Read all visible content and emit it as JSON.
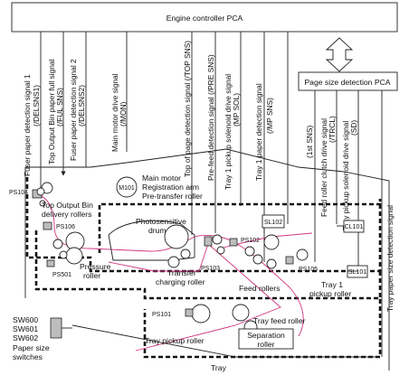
{
  "title_box": {
    "label": "Engine controller PCA"
  },
  "page_size_box": {
    "label": "Page size detection PCA"
  },
  "signals_left": [
    {
      "id": "fuser",
      "line1": "Fuser paper detection signal 1",
      "line2": "(/DELSNS1)"
    },
    {
      "id": "full",
      "line1": "Top Output Bin paper full signal",
      "line2": "(/FUL SNS)"
    },
    {
      "id": "delsns2",
      "line1": "Fuser paper detection signal 2",
      "line2": "(/DELSNS2)"
    },
    {
      "id": "mon",
      "line1": "Main motor drive signal",
      "line2": "(/MON)"
    },
    {
      "id": "top",
      "line1": "Top of page detection signal (/TOP SNS)",
      "line2": ""
    },
    {
      "id": "pre",
      "line1": "Pre-feed detection signal (/PRE SNS)",
      "line2": ""
    },
    {
      "id": "mpsol",
      "line1": "Tray 1 pickup solenoid drive signal",
      "line2": "(MP SOL)"
    },
    {
      "id": "mpsns",
      "line1": "Tray 1 paper detection signal",
      "line2": "(/MP SNS)"
    }
  ],
  "signals_right": [
    {
      "id": "sns1",
      "line1": "(1st SNS)"
    },
    {
      "id": "trcl",
      "line1": "Feed roller clutch drive signal",
      "line2": "(/TRCL)"
    },
    {
      "id": "sd",
      "line1": "Tray pickup solenoid drive signal",
      "line2": "(SD)"
    },
    {
      "id": "tpsize",
      "line1": "Tray paper size detection signal"
    }
  ],
  "components": {
    "ps104": "PS104",
    "ps106": "PS106",
    "ps501": "PS501",
    "ps103": "PS103",
    "ps102": "PS102",
    "ps105": "PS105",
    "ps101": "PS101",
    "sl102": "SL102",
    "cl101": "CL101",
    "sl101": "SL101",
    "m101": "M101",
    "sw600": "SW600",
    "sw601": "SW601",
    "sw602": "SW602"
  },
  "labels": {
    "main_motor": "Main motor",
    "registration_arm": "Registration arm",
    "pre_transfer": "Pre-transfer roller",
    "top_output_1": "Top Output Bin",
    "top_output_2": "delivery rollers",
    "photo_1": "Photosensitive",
    "photo_2": "drum",
    "pressure_1": "Pressure",
    "pressure_2": "roller",
    "transfer_1": "Transfer",
    "transfer_2": "charging roller",
    "feed_rollers": "Feed rollers",
    "tray_feed": "Tray feed roller",
    "tray1_pickup_1": "Tray 1",
    "tray1_pickup_2": "pickup roller",
    "tray_pickup": "Tray pickup roller",
    "separation_1": "Separation",
    "separation_2": "roller",
    "paper_size_1": "Paper size",
    "paper_size_2": "switches",
    "tray": "Tray"
  },
  "colors": {
    "paper_path": "#d0357f",
    "sensor_fill": "#bdbdbd",
    "line": "#222222"
  }
}
